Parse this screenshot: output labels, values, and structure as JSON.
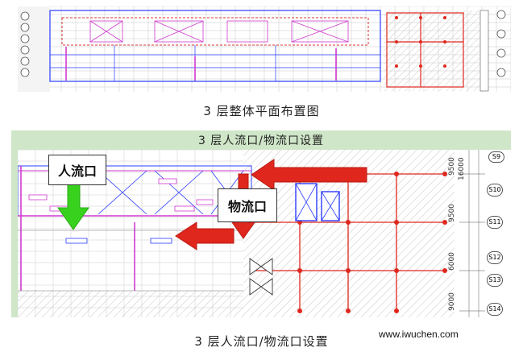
{
  "top_caption": "3 层整体平面布置图",
  "band_title": "3 层人流口/物流口设置",
  "bottom_caption": "3 层人流口/物流口设置",
  "label_people": "人流口",
  "label_goods": "物流口",
  "watermark": "www.iwuchen.com",
  "right_dims": [
    "9500",
    "16000",
    "9500",
    "6000",
    "9000"
  ],
  "right_axis": [
    "S9",
    "S10",
    "S11",
    "S12",
    "S13",
    "S14"
  ],
  "colors": {
    "band": "#cfe6c8",
    "arrow_red": "#e0271d",
    "arrow_green": "#38d21e",
    "grid_red": "#d33",
    "plan_blue": "#2a3cff"
  }
}
